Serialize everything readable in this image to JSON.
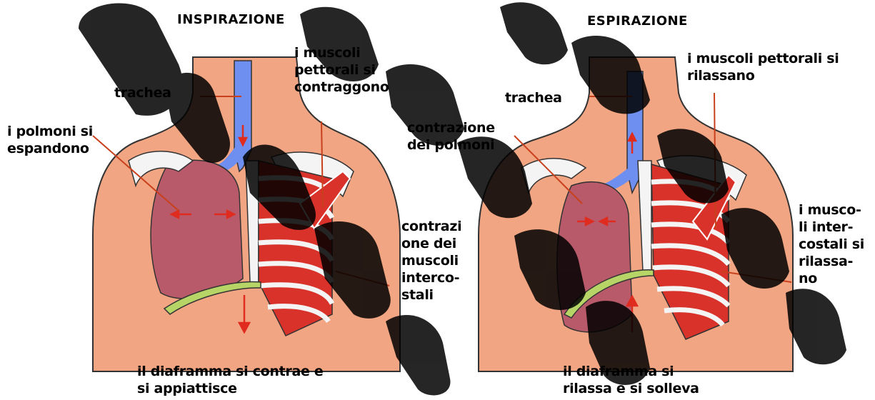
{
  "inspirazione": {
    "title": "INSPIRAZIONE",
    "trachea": "trachea",
    "muscoli_pettorali": "i muscoli\npettorali si\ncontraggono",
    "polmoni": "i polmoni si\nespandono",
    "intercostali": "contrazi\none dei\nmuscoli\ninterco-\nstali",
    "diaframma": "il diaframma si contrae e\nsi appiattisce"
  },
  "espirazione": {
    "title": "ESPIRAZIONE",
    "trachea": "trachea",
    "muscoli_pettorali": "i muscoli pettorali si\nrilassano",
    "polmoni": "contrazione\ndei polmoni",
    "intercostali": "i musco-\nli inter-\ncostali si\nrilassa-\nno",
    "diaframma": "il diaframma si\nrilassa e si solleva"
  },
  "colors": {
    "skin": "#f2a583",
    "trachea": "#6f8ff0",
    "lung": "#b85a6a",
    "ribs": "#f4f4f4",
    "muscle": "#d8322a",
    "diaphragm": "#b7d467",
    "pointer": "#c8401c",
    "watermark": "#000000"
  }
}
